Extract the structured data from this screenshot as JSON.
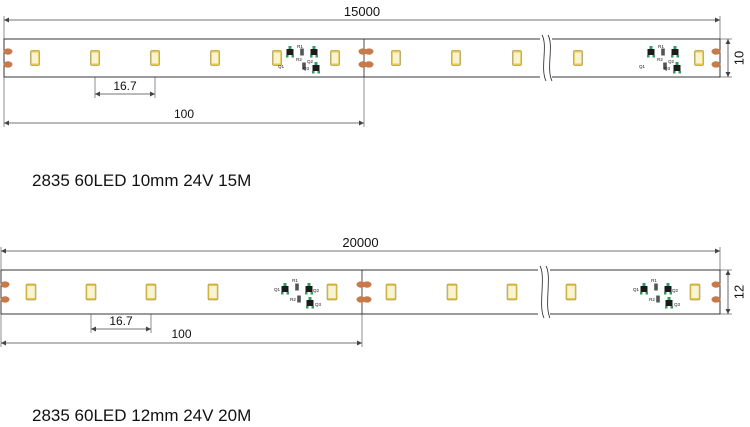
{
  "colors": {
    "line": "#222222",
    "dim": "#444444",
    "pad": "#c87a4a",
    "led_body": "#e8c84a",
    "led_core": "#f8f3d2",
    "chip": "#1b1b1b",
    "chip_green": "#2f9e5a",
    "resistor": "#555555"
  },
  "strips": [
    {
      "id": "strip-10mm",
      "length_label": "15000",
      "width_label": "10",
      "pitch_label": "16.7",
      "segment_label": "100",
      "caption": "2835 60LED 10mm 24V 15M",
      "components": [
        "R1",
        "Q2",
        "Q1",
        "R2",
        "Q3"
      ]
    },
    {
      "id": "strip-12mm",
      "length_label": "20000",
      "width_label": "12",
      "pitch_label": "16.7",
      "segment_label": "100",
      "caption": "2835 60LED 12mm 24V 20M",
      "components": [
        "R1",
        "Q1",
        "Q2",
        "R2",
        "Q3"
      ]
    }
  ]
}
